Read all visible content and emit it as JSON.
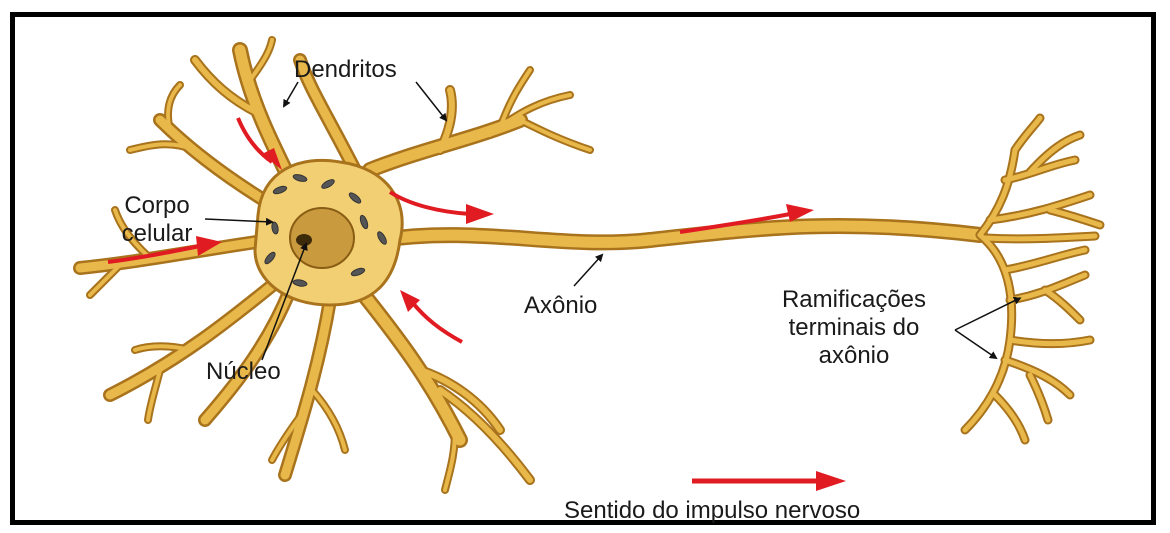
{
  "labels": {
    "dendrites": "Dendritos",
    "cell_body_line1": "Corpo",
    "cell_body_line2": "celular",
    "nucleus": "Núcleo",
    "axon": "Axônio",
    "terminals_line1": "Ramificações",
    "terminals_line2": "terminais do",
    "terminals_line3": "axônio",
    "legend": "Sentido do impulso nervoso"
  },
  "colors": {
    "neuron_fill": "#e8b84a",
    "neuron_outline": "#a8731c",
    "soma_fill": "#f2cf73",
    "nucleus_fill": "#c99a3e",
    "arrow_red": "#e11b22",
    "leader_line": "#111111"
  }
}
